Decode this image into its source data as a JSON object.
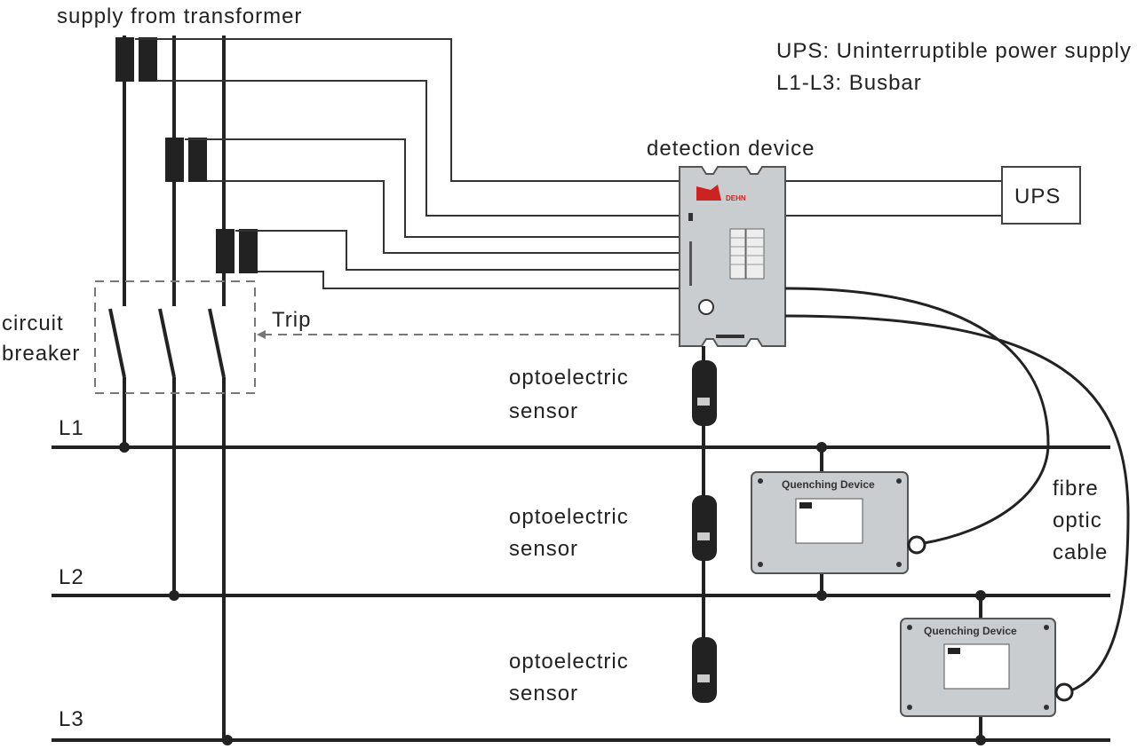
{
  "labels": {
    "supply": "supply from transformer",
    "ups_def": "UPS: Uninterruptible power supply",
    "busbar_def": "L1-L3: Busbar",
    "detection": "detection device",
    "ups": "UPS",
    "trip": "Trip",
    "circuit": "circuit",
    "breaker": "breaker",
    "l1": "L1",
    "l2": "L2",
    "l3": "L3",
    "opto_line1": "optoelectric",
    "opto_line2": "sensor",
    "fibre": "fibre",
    "optic": "optic",
    "cable": "cable",
    "quenching": "Quenching Device"
  },
  "colors": {
    "device_fill": "#c9cdcf",
    "line": "#222222",
    "dashed": "#777777",
    "accent": "#cc2222"
  },
  "icons": {
    "ct": "current-transformer-icon",
    "sensor": "optoelectric-sensor-icon",
    "switch": "breaker-switch-icon"
  }
}
